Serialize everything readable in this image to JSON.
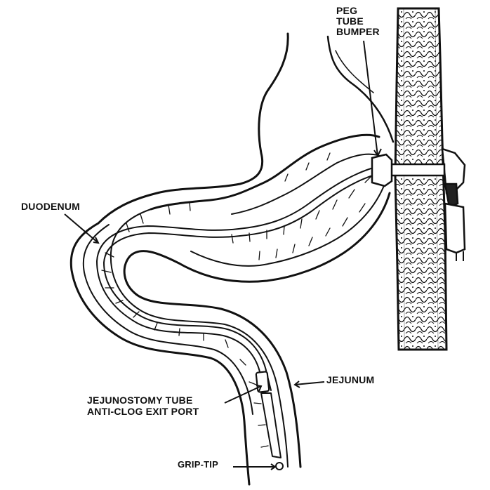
{
  "labels": {
    "peg_tube_bumper": [
      "PEG",
      "TUBE",
      "BUMPER"
    ],
    "duodenum": "DUODENUM",
    "jejunum": "JEJUNUM",
    "jejunostomy_tube": [
      "JEJUNOSTOMY TUBE",
      "ANTI-CLOG EXIT PORT"
    ],
    "grip_tip": "GRIP-TIP"
  },
  "colors": {
    "line": "#111111",
    "background": "#ffffff"
  }
}
